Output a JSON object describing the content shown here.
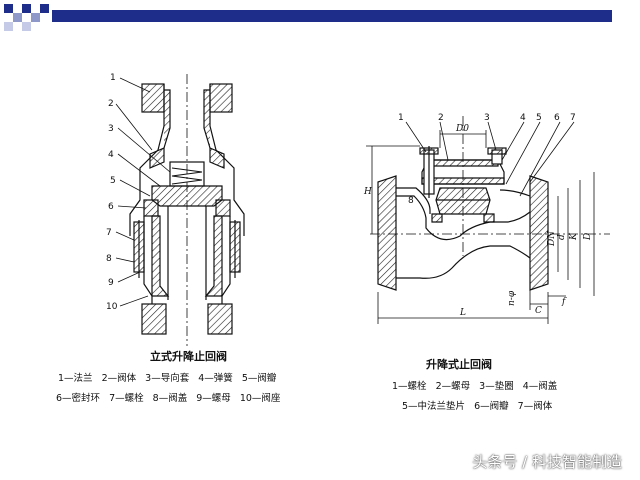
{
  "left_diagram": {
    "title": "立式升降止回阀",
    "callouts": [
      "1",
      "2",
      "3",
      "4",
      "5",
      "6",
      "7",
      "8",
      "9",
      "10"
    ],
    "legend": [
      [
        "1—法兰",
        "2—阀体",
        "3—导向套",
        "4—弹簧",
        "5—阀瓣"
      ],
      [
        "6—密封环",
        "7—螺栓",
        "8—阀盖",
        "9—螺母",
        "10—阀座"
      ]
    ]
  },
  "right_diagram": {
    "title": "升降式止回阀",
    "callouts": [
      "1",
      "2",
      "3",
      "4",
      "5",
      "6",
      "7",
      "8"
    ],
    "dimensions": [
      "D0",
      "H",
      "DN",
      "d",
      "K",
      "D",
      "n-φ",
      "C",
      "f",
      "L"
    ],
    "legend": [
      [
        "1—螺栓",
        "2—螺母",
        "3—垫圈",
        "4—阀盖"
      ],
      [
        "5—中法兰垫片",
        "6—阀瓣",
        "7—阀体"
      ]
    ]
  },
  "watermark": "头条号 / 科技智能制造",
  "colors": {
    "accent_bar": "#1f2d8a",
    "checker": "#1f2d8a"
  }
}
